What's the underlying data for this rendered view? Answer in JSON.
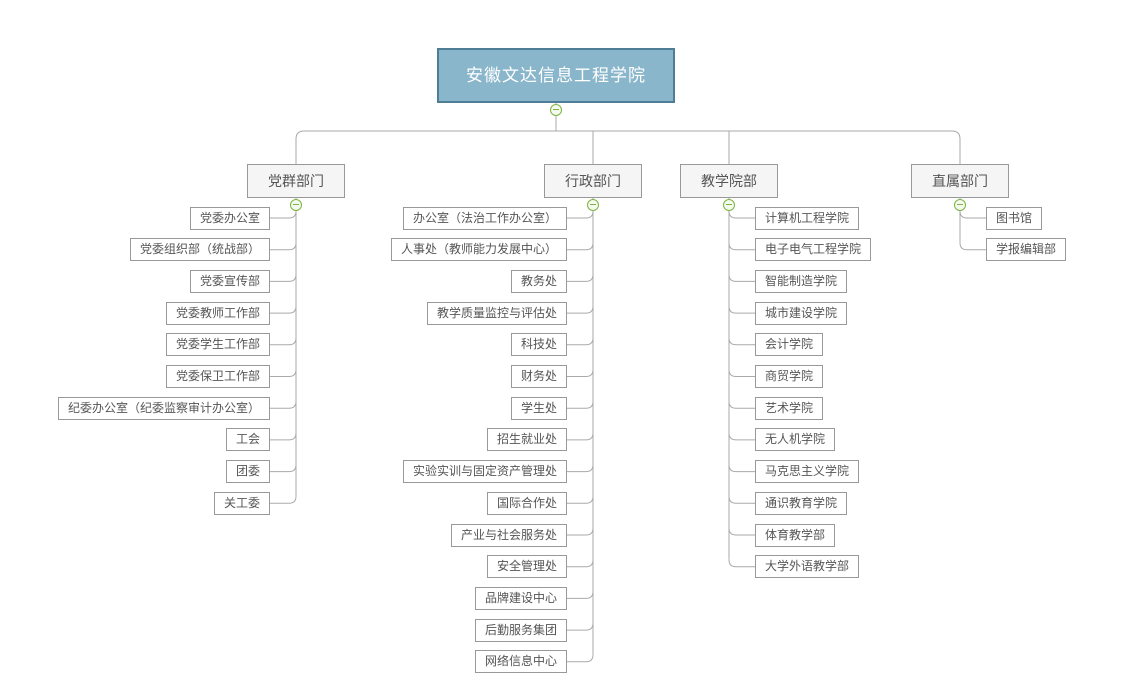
{
  "diagram": {
    "root": "安徽文达信息工程学院",
    "collapse_icon_glyph": "⊖",
    "branches": [
      {
        "label": "党群部门",
        "children": [
          "党委办公室",
          "党委组织部（统战部）",
          "党委宣传部",
          "党委教师工作部",
          "党委学生工作部",
          "党委保卫工作部",
          "纪委办公室（纪委监察审计办公室）",
          "工会",
          "团委",
          "关工委"
        ]
      },
      {
        "label": "行政部门",
        "children": [
          "办公室（法治工作办公室）",
          "人事处（教师能力发展中心）",
          "教务处",
          "教学质量监控与评估处",
          "科技处",
          "财务处",
          "学生处",
          "招生就业处",
          "实验实训与固定资产管理处",
          "国际合作处",
          "产业与社会服务处",
          "安全管理处",
          "品牌建设中心",
          "后勤服务集团",
          "网络信息中心"
        ]
      },
      {
        "label": "教学院部",
        "children": [
          "计算机工程学院",
          "电子电气工程学院",
          "智能制造学院",
          "城市建设学院",
          "会计学院",
          "商贸学院",
          "艺术学院",
          "无人机学院",
          "马克思主义学院",
          "通识教育学院",
          "体育教学部",
          "大学外语教学部"
        ]
      },
      {
        "label": "直属部门",
        "children": [
          "图书馆",
          "学报编辑部"
        ]
      }
    ],
    "colors": {
      "root_fill": "#89b6cb",
      "root_border": "#4e7e95",
      "root_text": "#ffffff",
      "node_border": "#999999",
      "node_text": "#555555",
      "branch_fill": "#f5f5f5",
      "leaf_fill": "#ffffff",
      "connector_line": "#aaaaaa",
      "collapse_green": "#7cb342"
    }
  }
}
